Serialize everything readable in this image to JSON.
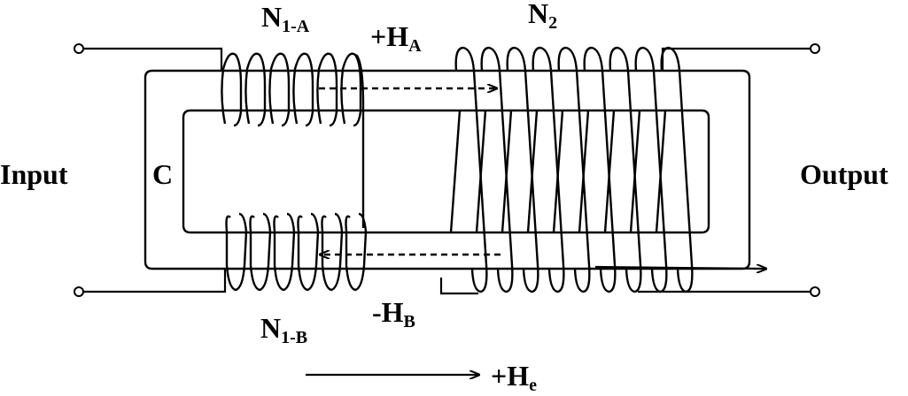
{
  "labels": {
    "input": "Input",
    "output": "Output",
    "core": "C",
    "coil_n1a_main": "N",
    "coil_n1a_sub": "1-A",
    "coil_n1b_main": "N",
    "coil_n1b_sub": "1-B",
    "coil_n2_main": "N",
    "coil_n2_sub": "2",
    "field_ha_main": "+H",
    "field_ha_sub": "A",
    "field_hb_main": "-H",
    "field_hb_sub": "B",
    "field_he_main": "+H",
    "field_he_sub": "e"
  },
  "coils": {
    "n1a_turns": 6,
    "n1b_turns": 6,
    "n2_turns": 9
  }
}
